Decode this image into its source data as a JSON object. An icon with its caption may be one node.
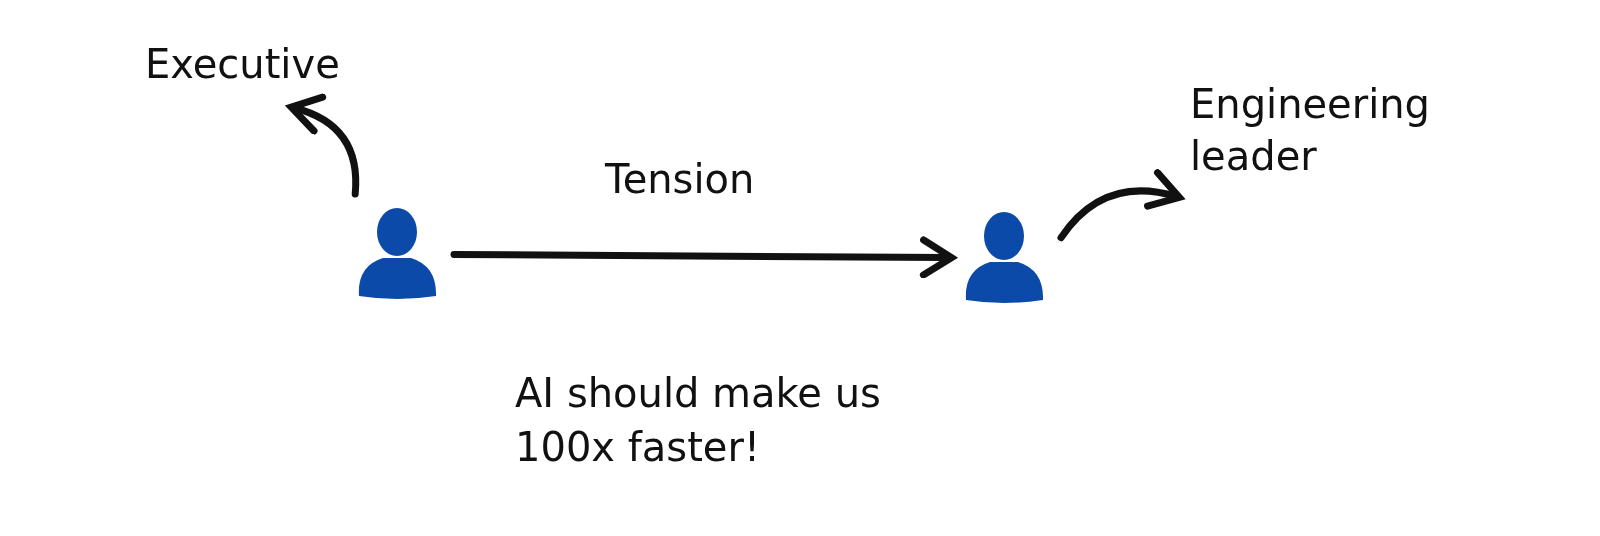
{
  "diagram": {
    "nodes": [
      {
        "text": [
          "Executive"
        ]
      },
      {
        "text": [],
        "shape": "person"
      },
      {
        "text": [],
        "shape": "person"
      },
      {
        "text": [
          "Engineering leader"
        ]
      }
    ],
    "edges": [
      {
        "from": 1,
        "to": 0,
        "arrow": "to"
      },
      {
        "from": 1,
        "to": 2,
        "arrow": "to",
        "label": "Tension"
      },
      {
        "from": 2,
        "to": 3,
        "arrow": "to"
      }
    ],
    "labels": [
      "AI should make us 100x faster!"
    ]
  }
}
